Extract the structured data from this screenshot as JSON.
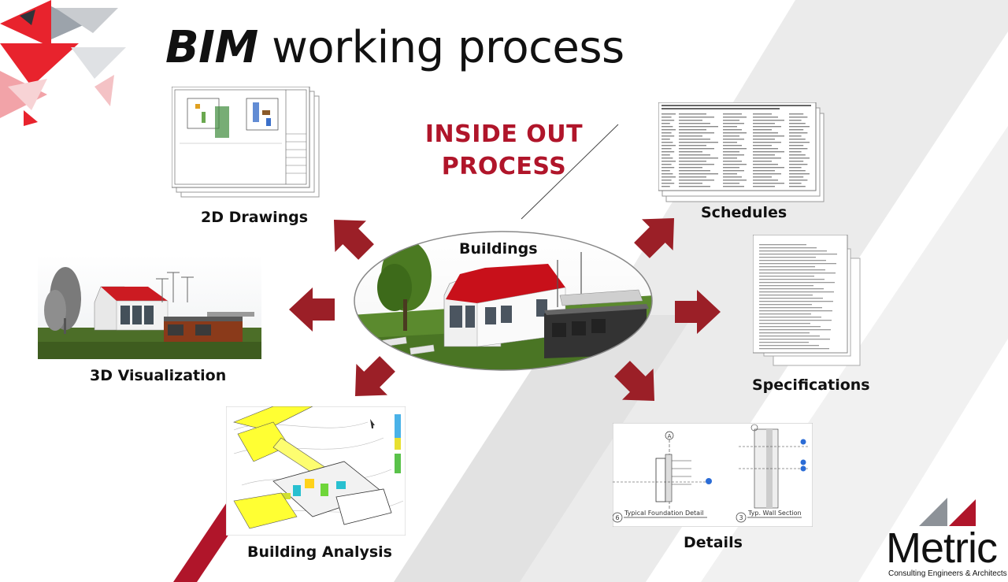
{
  "title_bold": "BIM",
  "title_rest": "working process",
  "center": {
    "line1": "INSIDE  OUT",
    "line2": "PROCESS",
    "hub_label": "Buildings"
  },
  "labels": {
    "drawings": "2D Drawings",
    "visualization": "3D Visualization",
    "analysis": "Building Analysis",
    "schedules": "Schedules",
    "specifications": "Specifications",
    "details": "Details"
  },
  "details_panel": {
    "callout_a": "A",
    "caption1_num": "6",
    "caption1": "Typical Foundation Detail",
    "caption2_num": "3",
    "caption2": "Typ. Wall Section"
  },
  "brand": {
    "name": "Metric",
    "tagline": "Consulting Engineers & Architects"
  },
  "colors": {
    "accent_red": "#b0152a",
    "arrow_red": "#9b1f27",
    "roof_red": "#c8101a",
    "grass_green": "#5b8a2e"
  }
}
